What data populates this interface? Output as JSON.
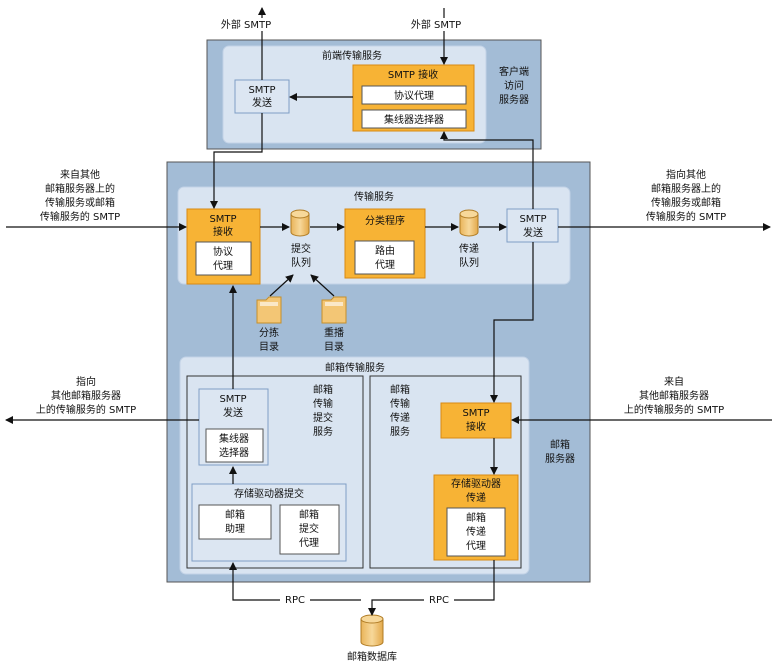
{
  "labels": {
    "ext_smtp_left": "外部 SMTP",
    "ext_smtp_right": "外部 SMTP",
    "frontend_service": "前端传输服务",
    "cas_server": [
      "客户端",
      "访问",
      "服务器"
    ],
    "fe_smtp_send": [
      "SMTP",
      "发送"
    ],
    "fe_smtp_receive": "SMTP 接收",
    "fe_protocol_agent": "协议代理",
    "fe_hub_selector": "集线器选择器",
    "transport_service": "传输服务",
    "tr_smtp_receive": [
      "SMTP",
      "接收"
    ],
    "tr_protocol_agent": [
      "协议",
      "代理"
    ],
    "submission_queue": [
      "提交",
      "队列"
    ],
    "categorizer": "分类程序",
    "routing_agent": [
      "路由",
      "代理"
    ],
    "delivery_queue": [
      "传递",
      "队列"
    ],
    "tr_smtp_send": [
      "SMTP",
      "发送"
    ],
    "pickup_dir": [
      "分拣",
      "目录"
    ],
    "replay_dir": [
      "重播",
      "目录"
    ],
    "mailbox_transport_service": "邮箱传输服务",
    "mts_submission_service": [
      "邮箱",
      "传输",
      "提交",
      "服务"
    ],
    "mts_delivery_service": [
      "邮箱",
      "传输",
      "传递",
      "服务"
    ],
    "mb_smtp_send": [
      "SMTP",
      "发送"
    ],
    "mb_hub_selector": [
      "集线器",
      "选择器"
    ],
    "store_driver_submit": "存储驱动器提交",
    "mailbox_assistant": [
      "邮箱",
      "助理"
    ],
    "mailbox_submission_agent": [
      "邮箱",
      "提交",
      "代理"
    ],
    "mb_smtp_receive": [
      "SMTP",
      "接收"
    ],
    "store_driver_deliver": [
      "存储驱动器",
      "传递"
    ],
    "mailbox_delivery_agent": [
      "邮箱",
      "传递",
      "代理"
    ],
    "mailbox_server": [
      "邮箱",
      "服务器"
    ],
    "rpc_left": "RPC",
    "rpc_right": "RPC",
    "mailbox_database": "邮箱数据库",
    "in_left": [
      "来自其他",
      "邮箱服务器上的",
      "传输服务或邮箱",
      "传输服务的 SMTP"
    ],
    "out_right": [
      "指向其他",
      "邮箱服务器上的",
      "传输服务或邮箱",
      "传输服务的 SMTP"
    ],
    "out_left": [
      "指向",
      "其他邮箱服务器",
      "上的传输服务的 SMTP"
    ],
    "in_right": [
      "来自",
      "其他邮箱服务器",
      "上的传输服务的 SMTP"
    ]
  },
  "colors": {
    "server_fill": "#a3bcd6",
    "service_fill": "#d9e4f1",
    "orange_fill": "#f7b335",
    "orange_border": "#d88a12",
    "folder_fill": "#f3c675",
    "cylinder_fill": "#f0c46e"
  }
}
